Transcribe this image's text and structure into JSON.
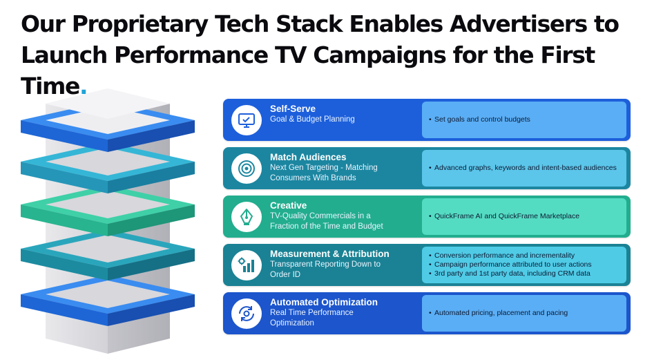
{
  "header": {
    "title_line1": "Our Proprietary Tech Stack Enables Advertisers to",
    "title_line2": "Launch Performance TV Campaigns for the First Time",
    "title_dot": "."
  },
  "colors": {
    "accent_blue": "#1d5fdb",
    "accent_teal": "#1c86a0",
    "accent_green": "#22ad8e",
    "title_dot": "#1fa3d6"
  },
  "rows": [
    {
      "icon": "monitor-check-icon",
      "title": "Self-Serve",
      "sub1": "Goal & Budget Planning",
      "sub2": "",
      "bullets": [
        "Set goals and control budgets"
      ]
    },
    {
      "icon": "target-icon",
      "title": "Match Audiences",
      "sub1": "Next Gen Targeting - Matching",
      "sub2": "Consumers With Brands",
      "bullets": [
        "Advanced graphs, keywords and intent-based audiences"
      ]
    },
    {
      "icon": "pen-nib-icon",
      "title": "Creative",
      "sub1": "TV-Quality Commercials in a",
      "sub2": "Fraction of the Time and Budget",
      "bullets": [
        "QuickFrame AI and QuickFrame Marketplace"
      ]
    },
    {
      "icon": "bar-chart-gear-icon",
      "title": "Measurement & Attribution",
      "sub1": "Transparent Reporting Down to",
      "sub2": "Order ID",
      "bullets": [
        "Conversion performance and incrementality",
        "Campaign performance attributed to user actions",
        "3rd party and 1st party data, including CRM data"
      ]
    },
    {
      "icon": "gear-cycle-icon",
      "title": "Automated Optimization",
      "sub1": "Real Time Performance",
      "sub2": "Optimization",
      "bullets": [
        "Automated pricing, placement and pacing"
      ]
    }
  ]
}
